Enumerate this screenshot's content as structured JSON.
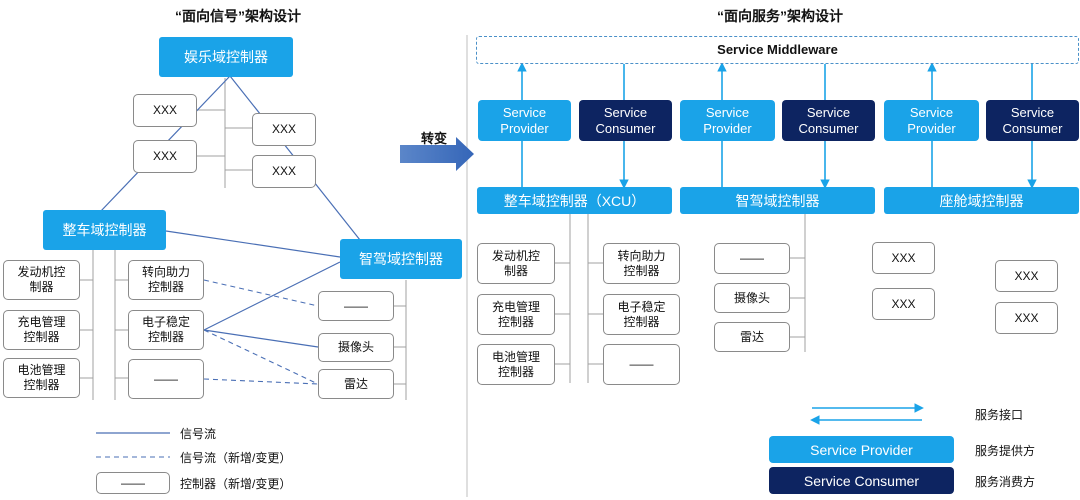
{
  "left": {
    "title": "“面向信号”架构设计",
    "infotainment": "娱乐域控制器",
    "vehicle": "整车域控制器",
    "adas": "智驾域控制器",
    "xxx": "XXX",
    "engine": "发动机控\n制器",
    "charging": "充电管理\n控制器",
    "battery": "电池管理\n控制器",
    "steering": "转向助力\n控制器",
    "esc": "电子稳定\n控制器",
    "dash": "——",
    "camera": "摄像头",
    "radar": "雷达",
    "legend": {
      "signal": "信号流",
      "signal_new": "信号流（新增/变更）",
      "controller_new": "控制器（新增/变更）",
      "controller_box": "——"
    }
  },
  "center": {
    "arrow_label": "转变"
  },
  "right": {
    "title": "“面向服务”架构设计",
    "middleware": "Service Middleware",
    "provider": "Service\nProvider",
    "consumer": "Service\nConsumer",
    "xcu": "整车域控制器（XCU）",
    "adas": "智驾域控制器",
    "cockpit": "座舱域控制器",
    "engine": "发动机控\n制器",
    "charging": "充电管理\n控制器",
    "battery": "电池管理\n控制器",
    "steering": "转向助力\n控制器",
    "esc": "电子稳定\n控制器",
    "dash": "——",
    "camera": "摄像头",
    "radar": "雷达",
    "xxx": "XXX",
    "legend": {
      "service_interface": "服务接口",
      "service_provider_box": "Service Provider",
      "service_provider": "服务提供方",
      "service_consumer_box": "Service Consumer",
      "service_consumer": "服务消费方"
    }
  },
  "colors": {
    "blue": "#1aa3e8",
    "navy": "#0d2461",
    "line": "#4a6fb5",
    "arrow": "#1aa3e8"
  }
}
